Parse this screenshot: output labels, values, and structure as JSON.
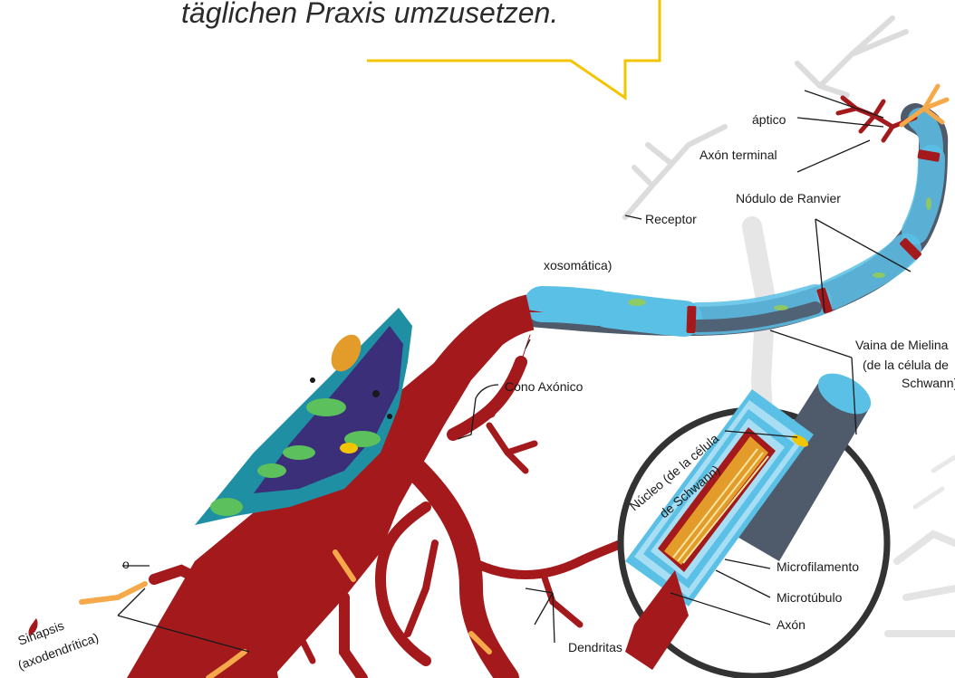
{
  "quote": {
    "text": "täglichen Praxis umzusetzen.",
    "accent_color": "#f2c500"
  },
  "diagram": {
    "labels": {
      "presynaptic_partial": "áptico",
      "axon_terminal_partial": "Axón terminal",
      "ranvier": "Nódulo de Ranvier",
      "receptor": "Receptor",
      "axosomatic_partial": "xosomática)",
      "axon_hillock": "Cono Axónico",
      "myelin_line1": "Vaina de Mielina",
      "myelin_line2": "(de la célula de",
      "myelin_line3": "Schwann)",
      "schwann_nucleus_line1": "Núcleo (de la célula",
      "schwann_nucleus_line2": "de Schwann)",
      "microfilament": "Microfilamento",
      "microtubule": "Microtúbulo",
      "axon": "Axón",
      "dendrites": "Dendritas",
      "synapse_line1": "Sinapsis",
      "synapse_line2": "(axodendrítica)",
      "cut_label": "o"
    },
    "colors": {
      "neuron": "#a3191c",
      "neuron_dark": "#7a1013",
      "myelin": "#5bc0e6",
      "myelin_light": "#a8def3",
      "axon_core": "#4f5a6a",
      "terminal_orange": "#f6a94a",
      "ghost_gray": "#d9d9d9",
      "nucleus_purple": "#3b2f7a",
      "cytoplasm_teal": "#1f8fa3",
      "organelle_green": "#5cc05c",
      "mito_orange": "#e39b2a",
      "node_green": "#9acd4a"
    }
  }
}
